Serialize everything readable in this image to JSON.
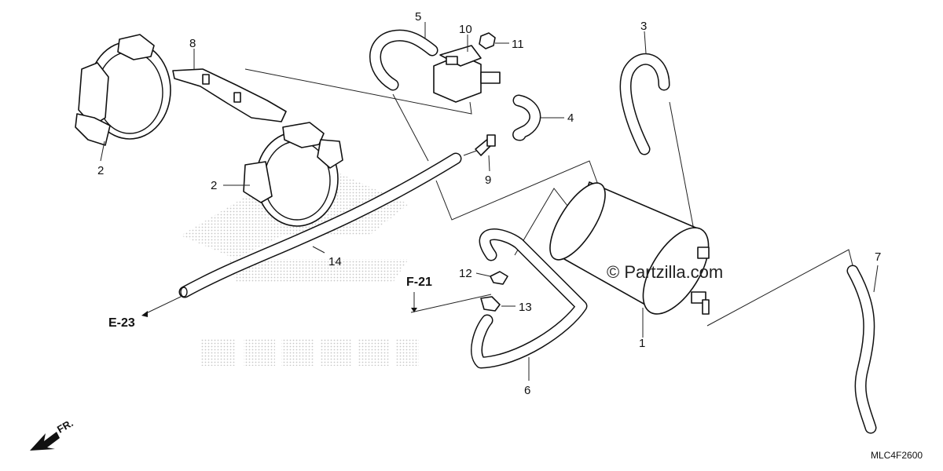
{
  "diagram": {
    "callouts": [
      {
        "id": "c1",
        "label": "1"
      },
      {
        "id": "c2a",
        "label": "2"
      },
      {
        "id": "c2b",
        "label": "2"
      },
      {
        "id": "c3",
        "label": "3"
      },
      {
        "id": "c4",
        "label": "4"
      },
      {
        "id": "c5",
        "label": "5"
      },
      {
        "id": "c6",
        "label": "6"
      },
      {
        "id": "c7",
        "label": "7"
      },
      {
        "id": "c8",
        "label": "8"
      },
      {
        "id": "c9",
        "label": "9"
      },
      {
        "id": "c10",
        "label": "10"
      },
      {
        "id": "c11",
        "label": "11"
      },
      {
        "id": "c12",
        "label": "12"
      },
      {
        "id": "c13",
        "label": "13"
      },
      {
        "id": "c14",
        "label": "14"
      }
    ],
    "references": {
      "f21": "F-21",
      "e23": "E-23"
    },
    "direction_label": "FR.",
    "watermark": "© Partzilla.com",
    "diagram_code": "MLC4F2600",
    "colors": {
      "line": "#111111",
      "background": "#ffffff",
      "logo_dots": "#9a9a9a"
    }
  }
}
